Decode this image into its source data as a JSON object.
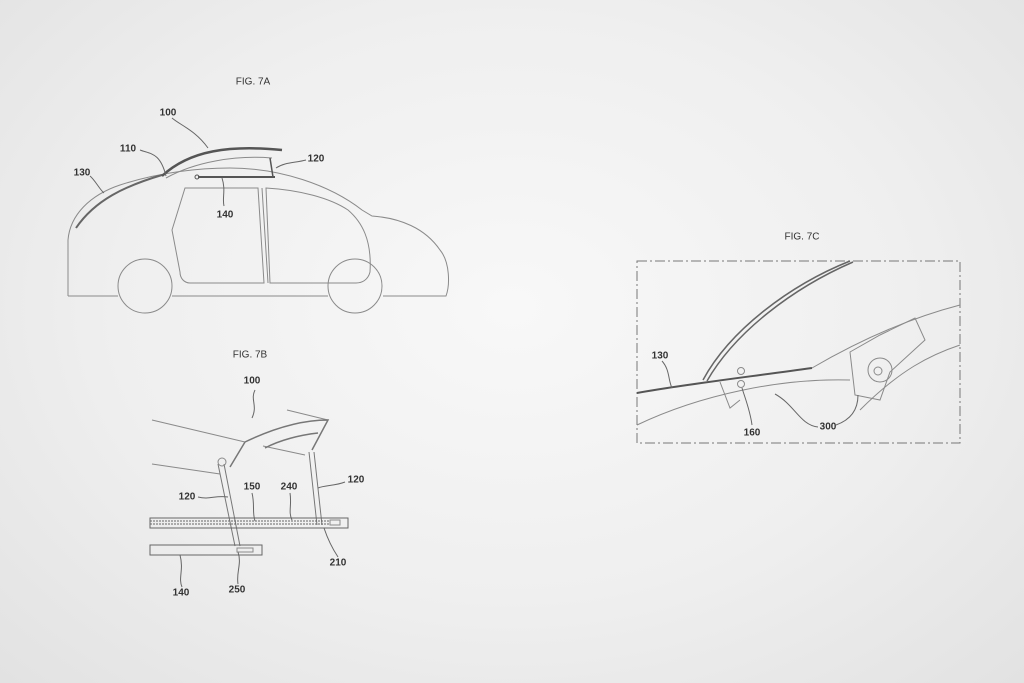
{
  "figures": {
    "fig7a": {
      "title": "FIG. 7A",
      "labels": {
        "l100": "100",
        "l110": "110",
        "l120": "120",
        "l130": "130",
        "l140": "140"
      }
    },
    "fig7b": {
      "title": "FIG. 7B",
      "labels": {
        "l100": "100",
        "l120a": "120",
        "l120b": "120",
        "l150": "150",
        "l240": "240",
        "l210": "210",
        "l140": "140",
        "l250": "250"
      }
    },
    "fig7c": {
      "title": "FIG. 7C",
      "labels": {
        "l130": "130",
        "l160": "160",
        "l300": "300"
      }
    }
  },
  "colors": {
    "line": "#888888",
    "dark": "#555555"
  }
}
